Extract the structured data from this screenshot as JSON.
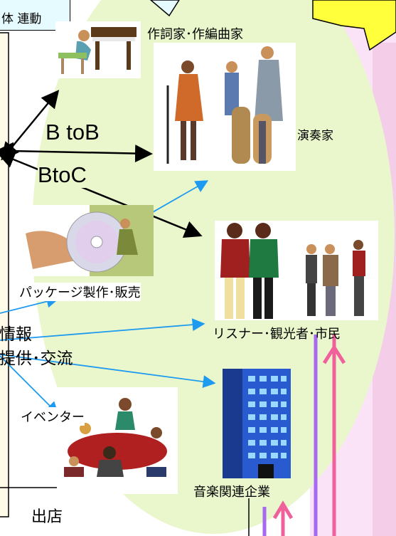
{
  "header": {
    "fragment": "体 連動"
  },
  "labels": {
    "composer": "作詞家･作編曲家",
    "performer": "演奏家",
    "btob": "B toB",
    "btoc": "BtoC",
    "package": "パッケージ製作･販売",
    "info": "情報",
    "provide": "提供･交流",
    "listener": "リスナー･観光者･市民",
    "eventer": "イベンター",
    "company": "音楽関連企業",
    "shop": "出店"
  },
  "colors": {
    "bg_green": "#eaf7cc",
    "bg_pink": "#fbe3f7",
    "left_box": "#fffbe8",
    "star": "#ffff3c",
    "callout": "#e6fbff",
    "arrow_black": "#000000",
    "arrow_blue": "#1e9bf0",
    "bar_purple": "#a66af0",
    "bar_pink": "#f0609a"
  },
  "icons": [
    "composer-at-piano-clipart",
    "band-musicians-clipart",
    "cd-in-hand-clipart",
    "listeners-people-clipart",
    "event-meeting-clipart",
    "office-building-clipart"
  ]
}
